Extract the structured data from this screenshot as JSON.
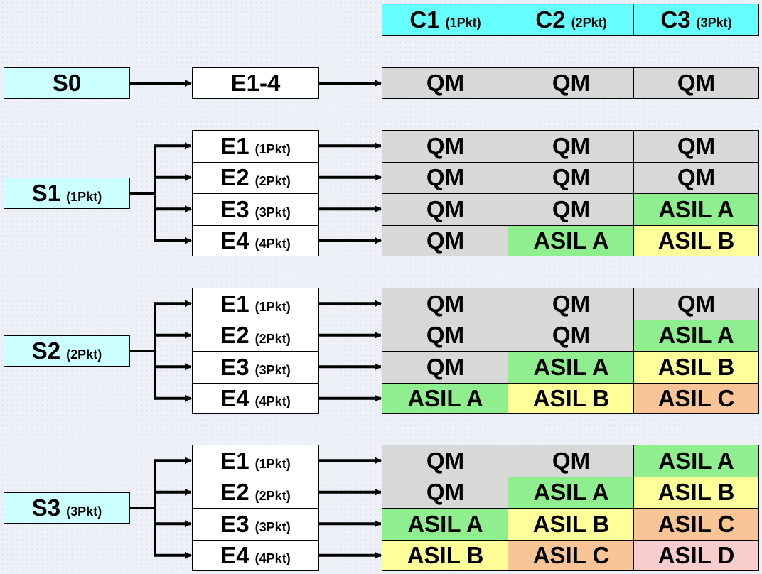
{
  "columns": [
    {
      "label": "C1",
      "sub": "(1Pkt)"
    },
    {
      "label": "C2",
      "sub": "(2Pkt)"
    },
    {
      "label": "C3",
      "sub": "(3Pkt)"
    }
  ],
  "groups": [
    {
      "source": {
        "label": "S0",
        "sub": ""
      },
      "rows": [
        {
          "event": {
            "label": "E1-4",
            "sub": ""
          },
          "cells": [
            "QM",
            "QM",
            "QM"
          ]
        }
      ]
    },
    {
      "source": {
        "label": "S1",
        "sub": "(1Pkt)"
      },
      "rows": [
        {
          "event": {
            "label": "E1",
            "sub": "(1Pkt)"
          },
          "cells": [
            "QM",
            "QM",
            "QM"
          ]
        },
        {
          "event": {
            "label": "E2",
            "sub": "(2Pkt)"
          },
          "cells": [
            "QM",
            "QM",
            "QM"
          ]
        },
        {
          "event": {
            "label": "E3",
            "sub": "(3Pkt)"
          },
          "cells": [
            "QM",
            "QM",
            "ASIL A"
          ]
        },
        {
          "event": {
            "label": "E4",
            "sub": "(4Pkt)"
          },
          "cells": [
            "QM",
            "ASIL A",
            "ASIL B"
          ]
        }
      ]
    },
    {
      "source": {
        "label": "S2",
        "sub": "(2Pkt)"
      },
      "rows": [
        {
          "event": {
            "label": "E1",
            "sub": "(1Pkt)"
          },
          "cells": [
            "QM",
            "QM",
            "QM"
          ]
        },
        {
          "event": {
            "label": "E2",
            "sub": "(2Pkt)"
          },
          "cells": [
            "QM",
            "QM",
            "ASIL A"
          ]
        },
        {
          "event": {
            "label": "E3",
            "sub": "(3Pkt)"
          },
          "cells": [
            "QM",
            "ASIL A",
            "ASIL B"
          ]
        },
        {
          "event": {
            "label": "E4",
            "sub": "(4Pkt)"
          },
          "cells": [
            "ASIL A",
            "ASIL B",
            "ASIL C"
          ]
        }
      ]
    },
    {
      "source": {
        "label": "S3",
        "sub": "(3Pkt)"
      },
      "rows": [
        {
          "event": {
            "label": "E1",
            "sub": "(1Pkt)"
          },
          "cells": [
            "QM",
            "QM",
            "ASIL A"
          ]
        },
        {
          "event": {
            "label": "E2",
            "sub": "(2Pkt)"
          },
          "cells": [
            "QM",
            "ASIL A",
            "ASIL B"
          ]
        },
        {
          "event": {
            "label": "E3",
            "sub": "(3Pkt)"
          },
          "cells": [
            "ASIL A",
            "ASIL B",
            "ASIL C"
          ]
        },
        {
          "event": {
            "label": "E4",
            "sub": "(4Pkt)"
          },
          "cells": [
            "ASIL B",
            "ASIL C",
            "ASIL D"
          ]
        }
      ]
    }
  ],
  "level_colors": {
    "QM": "#d8d8d8",
    "ASIL A": "#8fef8f",
    "ASIL B": "#ffff99",
    "ASIL C": "#f9c597",
    "ASIL D": "#f9cdcd",
    "column_header": "#66ffff",
    "source_box": "#ccffff",
    "event_box": "#ffffff"
  }
}
